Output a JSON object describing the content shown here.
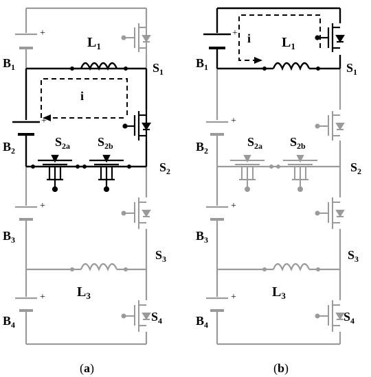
{
  "colors": {
    "active": "#000000",
    "inactive": "#9a9a9a",
    "background": "#ffffff"
  },
  "panels": [
    {
      "id": "a",
      "caption": "(a)",
      "caption_letter": "a",
      "current_label": "i",
      "labels": {
        "B1": "B",
        "B1_sub": "1",
        "B2": "B",
        "B2_sub": "2",
        "B3": "B",
        "B3_sub": "3",
        "B4": "B",
        "B4_sub": "4",
        "L1": "L",
        "L1_sub": "1",
        "L3": "L",
        "L3_sub": "3",
        "S1": "S",
        "S1_sub": "1",
        "S2": "S",
        "S2_sub": "2",
        "S3": "S",
        "S3_sub": "3",
        "S4": "S",
        "S4_sub": "4",
        "S2a": "S",
        "S2a_sub": "2a",
        "S2b": "S",
        "S2b_sub": "2b"
      },
      "plus_sign": "+",
      "minus_sign": "-"
    },
    {
      "id": "b",
      "caption": "(b)",
      "caption_letter": "b",
      "current_label": "i",
      "labels": {
        "B1": "B",
        "B1_sub": "1",
        "B2": "B",
        "B2_sub": "2",
        "B3": "B",
        "B3_sub": "3",
        "B4": "B",
        "B4_sub": "4",
        "L1": "L",
        "L1_sub": "1",
        "L3": "L",
        "L3_sub": "3",
        "S1": "S",
        "S1_sub": "1",
        "S2": "S",
        "S2_sub": "2",
        "S3": "S",
        "S3_sub": "3",
        "S4": "S",
        "S4_sub": "4",
        "S2a": "S",
        "S2a_sub": "2a",
        "S2b": "S",
        "S2b_sub": "2b"
      },
      "plus_sign": "+",
      "minus_sign": "-"
    }
  ]
}
